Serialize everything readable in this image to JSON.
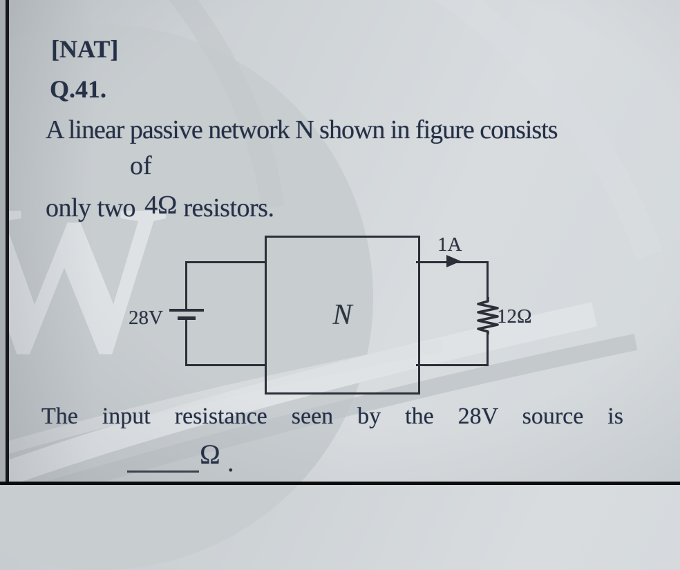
{
  "colors": {
    "background": "#ced3d6",
    "text": "#253047",
    "wire": "#2a2f38",
    "watermark_disc": "#c8cdd0",
    "watermark_light": "#dfe2e5",
    "frame_edge": "#17181c"
  },
  "watermark": {
    "letter": "W"
  },
  "question": {
    "tag": "[NAT]",
    "number": "Q.41.",
    "line1": "A linear passive network N shown in figure consists",
    "line2": "of",
    "line3_prefix": "only two",
    "line3_resistor_value": "4Ω",
    "line3_suffix": "resistors."
  },
  "circuit": {
    "source_voltage": "28V",
    "network_label": "N",
    "output_current": "1A",
    "load_resistance": "12Ω"
  },
  "answer": {
    "statement": "The input resistance seen by the 28V source is",
    "unit": "Ω",
    "period": "."
  }
}
